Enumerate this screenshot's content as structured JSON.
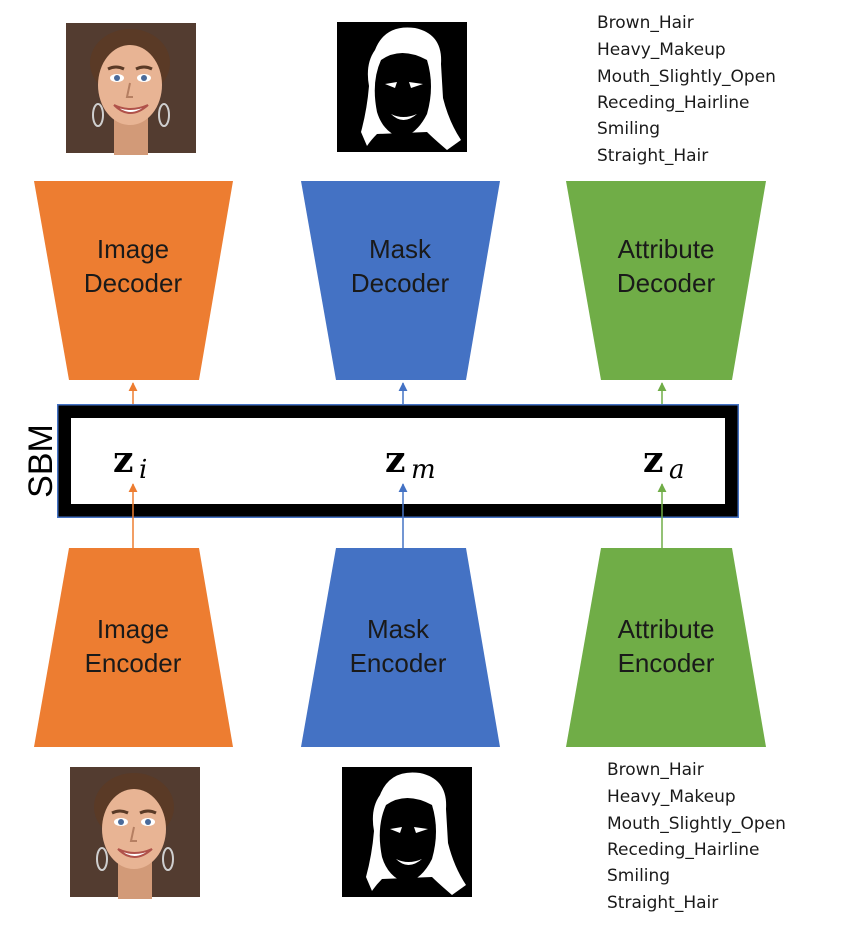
{
  "colors": {
    "image": "#ED7D31",
    "mask": "#4472C4",
    "attribute": "#70AD47",
    "sbm_border": "#000000",
    "text": "#1a1a1a"
  },
  "sbm": {
    "label": "SBM"
  },
  "latents": {
    "image": {
      "symbol": "z",
      "subscript": "i"
    },
    "mask": {
      "symbol": "z",
      "subscript": "m"
    },
    "attribute": {
      "symbol": "z",
      "subscript": "a"
    }
  },
  "decoders": {
    "image": {
      "line1": "Image",
      "line2": "Decoder"
    },
    "mask": {
      "line1": "Mask",
      "line2": "Decoder"
    },
    "attribute": {
      "line1": "Attribute",
      "line2": "Decoder"
    }
  },
  "encoders": {
    "image": {
      "line1": "Image",
      "line2": "Encoder"
    },
    "mask": {
      "line1": "Mask",
      "line2": "Encoder"
    },
    "attribute": {
      "line1": "Attribute",
      "line2": "Encoder"
    }
  },
  "attributes": {
    "top": [
      "Brown_Hair",
      "Heavy_Makeup",
      "Mouth_Slightly_Open",
      "Receding_Hairline",
      "Smiling",
      "Straight_Hair"
    ],
    "bottom": [
      "Brown_Hair",
      "Heavy_Makeup",
      "Mouth_Slightly_Open",
      "Receding_Hairline",
      "Smiling",
      "Straight_Hair"
    ]
  },
  "images": {
    "face_photo_top": "face-photo",
    "face_mask_top": "face-mask",
    "face_photo_bottom": "face-photo",
    "face_mask_bottom": "face-mask"
  }
}
